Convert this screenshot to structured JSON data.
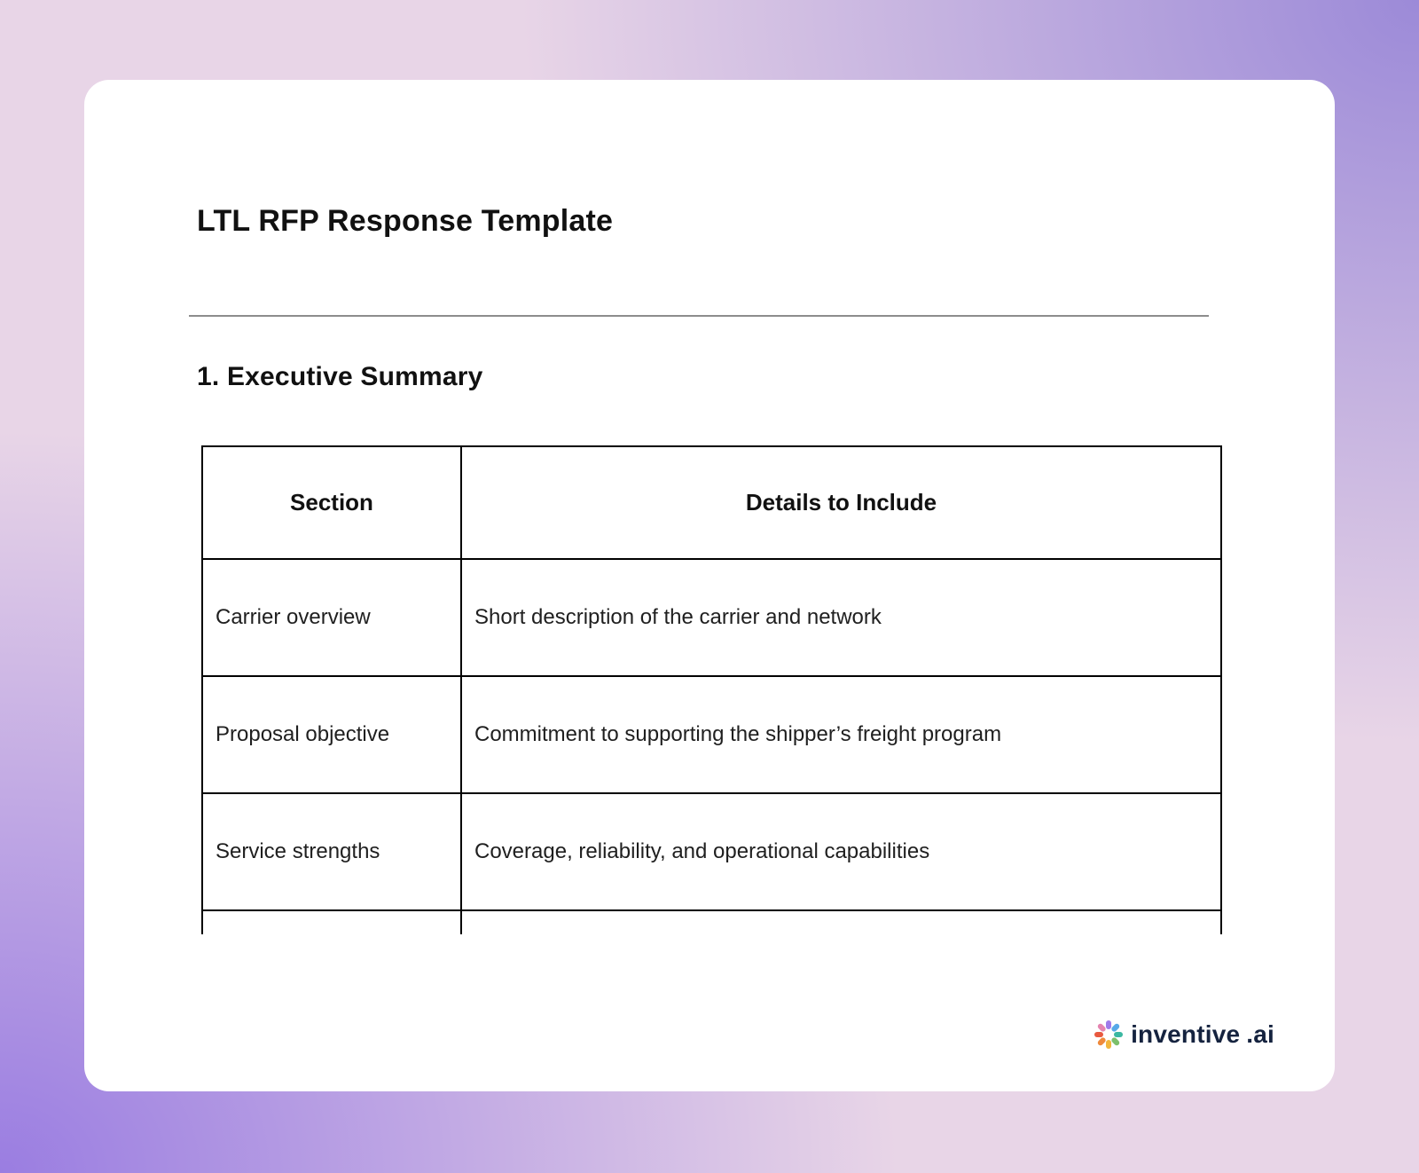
{
  "document": {
    "title": "LTL RFP Response Template",
    "section_heading": "1. Executive Summary"
  },
  "table": {
    "headers": {
      "section": "Section",
      "details": "Details to Include"
    },
    "rows": [
      {
        "section": "Carrier overview",
        "details": "Short description of the carrier and network"
      },
      {
        "section": "Proposal objective",
        "details": "Commitment to supporting the shipper’s freight program"
      },
      {
        "section": "Service strengths",
        "details": "Coverage, reliability, and operational capabilities"
      }
    ]
  },
  "footer": {
    "brand_name": "inventive",
    "brand_suffix": ".ai",
    "logo_colors": [
      "#9F7AEA",
      "#56A8E8",
      "#3BB8A2",
      "#7CBF6B",
      "#F2B63C",
      "#EF8A3C",
      "#E8593F",
      "#E584B0"
    ]
  },
  "colors": {
    "background_pink": "#e8d5e7",
    "background_purple": "#9c7fe0",
    "card": "#ffffff",
    "table_border": "#000000",
    "divider": "#8c8c8c",
    "text": "#1f1f1f",
    "brand_text": "#15233f"
  }
}
